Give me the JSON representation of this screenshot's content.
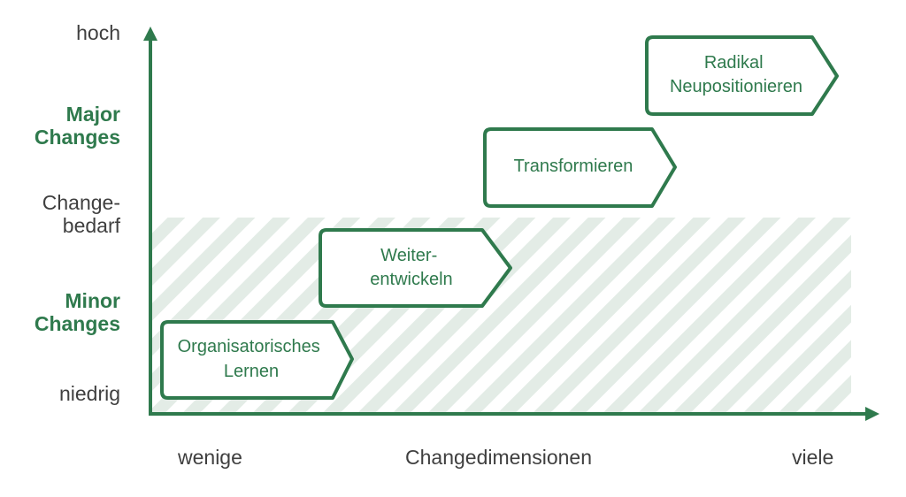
{
  "colors": {
    "accent": "#2f7a4d",
    "text": "#3f3f3f",
    "hatch": "#e3ece6"
  },
  "y_axis": {
    "top": "hoch",
    "major": "Major\nChanges",
    "mid": "Change-\nbedarf",
    "minor": "Minor\nChanges",
    "bottom": "niedrig"
  },
  "x_axis": {
    "left": "wenige",
    "center": "Changedimensionen",
    "right": "viele"
  },
  "stages": [
    {
      "lines": [
        "Organisatorisches",
        "Lernen"
      ]
    },
    {
      "lines": [
        "Weiter-",
        "entwickeln"
      ]
    },
    {
      "lines": [
        "Transformieren"
      ]
    },
    {
      "lines": [
        "Radikal",
        "Neupositionieren"
      ]
    }
  ]
}
